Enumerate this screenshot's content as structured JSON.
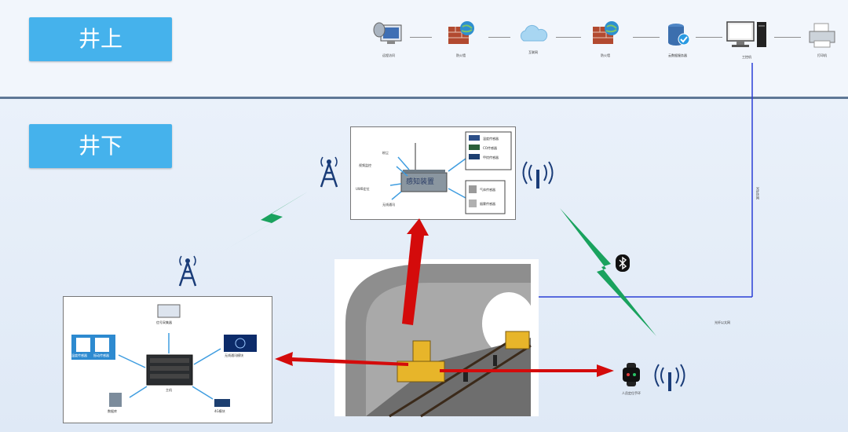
{
  "zones": {
    "top": "井上",
    "bottom": "井下"
  },
  "top_row": [
    {
      "icon": "satellite-dish-monitor-icon",
      "label": "远程访问"
    },
    {
      "icon": "firewall-icon",
      "label": "防火墙"
    },
    {
      "icon": "cloud-icon",
      "label": "互联网"
    },
    {
      "icon": "firewall-icon",
      "label": "防火墙"
    },
    {
      "icon": "database-server-icon",
      "label": "云数据服务器"
    },
    {
      "icon": "workstation-icon",
      "label": "工控机"
    },
    {
      "icon": "printer-icon",
      "label": "打印机"
    }
  ],
  "sensing_panel": {
    "device_label": "感知装置",
    "left_items": [
      "视频监控",
      "UWB定位",
      "无线通讯",
      "粉尘"
    ],
    "right_top": [
      "温度传感器",
      "CO传感器",
      "甲烷传感器"
    ],
    "right_bottom": [
      "气体传感器",
      "烟雾传感器"
    ]
  },
  "control_panel": {
    "center_label": "主机",
    "top_item": "信号采集器",
    "left_box": [
      "温度传感器",
      "振动传感器"
    ],
    "right_item": "无线通讯模块",
    "bottom_left": "数据库",
    "bottom_right": "4G模块"
  },
  "annotations": {
    "fiber_vertical": "光纤环网",
    "fiber_horizontal": "光纤以太网",
    "wearable": "人员定位手环"
  },
  "colors": {
    "zone_label": "#45b2ec",
    "signal": "#1aa25e",
    "fiber": "#2a3ed6",
    "arrow_red": "#d40b0b"
  }
}
